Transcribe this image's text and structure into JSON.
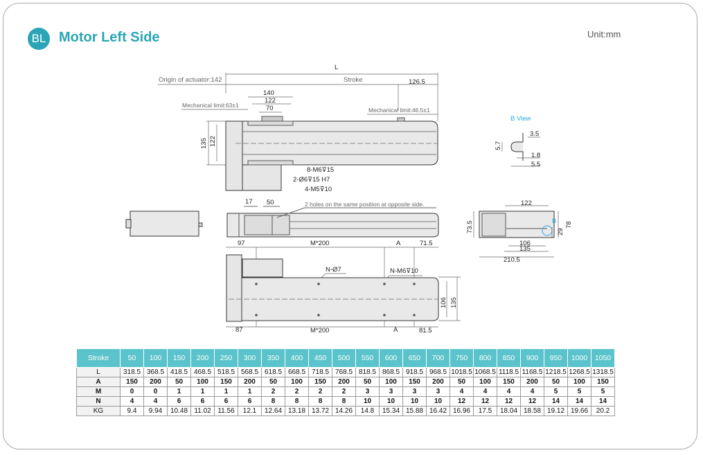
{
  "header": {
    "badge": "BL",
    "title": "Motor Left Side",
    "unit": "Unit:mm"
  },
  "colors": {
    "accent": "#2aa5b5",
    "table_header": "#5bc3cb"
  },
  "drawing": {
    "L": "L",
    "origin": "Origin of actuator:142",
    "stroke": "Stroke",
    "d126_5": "126.5",
    "d140": "140",
    "d122": "122",
    "d70": "70",
    "mech_left": "Mechanical limit:63±1",
    "mech_right": "Mechanical limit:46.5±1",
    "d135v": "135",
    "d122v": "122",
    "m6_15": "8-M6⊽15",
    "pin": "2-Ø6⊽15 H7",
    "m5_10": "4-M5⊽10",
    "d17": "17",
    "d50": "50",
    "holes_note": "2 holes on the same position at opposite side.",
    "d97": "97",
    "m200_top": "M*200",
    "a_top": "A",
    "d71_5": "71.5",
    "n_phi7": "N-Ø7",
    "n_m6": "N-M6⊽10",
    "d106v": "106",
    "d135v2": "135",
    "d87": "87",
    "m200_bot": "M*200",
    "a_bot": "A",
    "d81_5": "81.5",
    "b_view": "B View",
    "d3_5": "3.5",
    "d5_7": "5.7",
    "d1_8": "1.8",
    "d5_5": "5.5",
    "e122": "122",
    "e73_5": "73.5",
    "eB": "B",
    "e29": "29",
    "e78": "78",
    "e106": "106",
    "e135": "135",
    "e210_5": "210.5"
  },
  "table": {
    "headers": [
      "Stroke",
      "50",
      "100",
      "150",
      "200",
      "250",
      "300",
      "350",
      "400",
      "450",
      "500",
      "550",
      "600",
      "650",
      "700",
      "750",
      "800",
      "850",
      "900",
      "950",
      "1000",
      "1050"
    ],
    "rows": [
      [
        "L",
        "318.5",
        "368.5",
        "418.5",
        "468.5",
        "518.5",
        "568.5",
        "618.5",
        "668.5",
        "718.5",
        "768.5",
        "818.5",
        "868.5",
        "918.5",
        "968.5",
        "1018.5",
        "1068.5",
        "1118.5",
        "1168.5",
        "1218.5",
        "1268.5",
        "1318.5"
      ],
      [
        "A",
        "150",
        "200",
        "50",
        "100",
        "150",
        "200",
        "50",
        "100",
        "150",
        "200",
        "50",
        "100",
        "150",
        "200",
        "50",
        "100",
        "150",
        "200",
        "50",
        "100",
        "150"
      ],
      [
        "M",
        "0",
        "0",
        "1",
        "1",
        "1",
        "1",
        "2",
        "2",
        "2",
        "2",
        "3",
        "3",
        "3",
        "3",
        "4",
        "4",
        "4",
        "4",
        "5",
        "5",
        "5"
      ],
      [
        "N",
        "4",
        "4",
        "6",
        "6",
        "6",
        "6",
        "8",
        "8",
        "8",
        "8",
        "10",
        "10",
        "10",
        "10",
        "12",
        "12",
        "12",
        "12",
        "14",
        "14",
        "14"
      ],
      [
        "KG",
        "9.4",
        "9.94",
        "10.48",
        "11.02",
        "11.56",
        "12.1",
        "12.64",
        "13.18",
        "13.72",
        "14.26",
        "14.8",
        "15.34",
        "15.88",
        "16.42",
        "16.96",
        "17.5",
        "18.04",
        "18.58",
        "19.12",
        "19.66",
        "20.2"
      ]
    ]
  }
}
